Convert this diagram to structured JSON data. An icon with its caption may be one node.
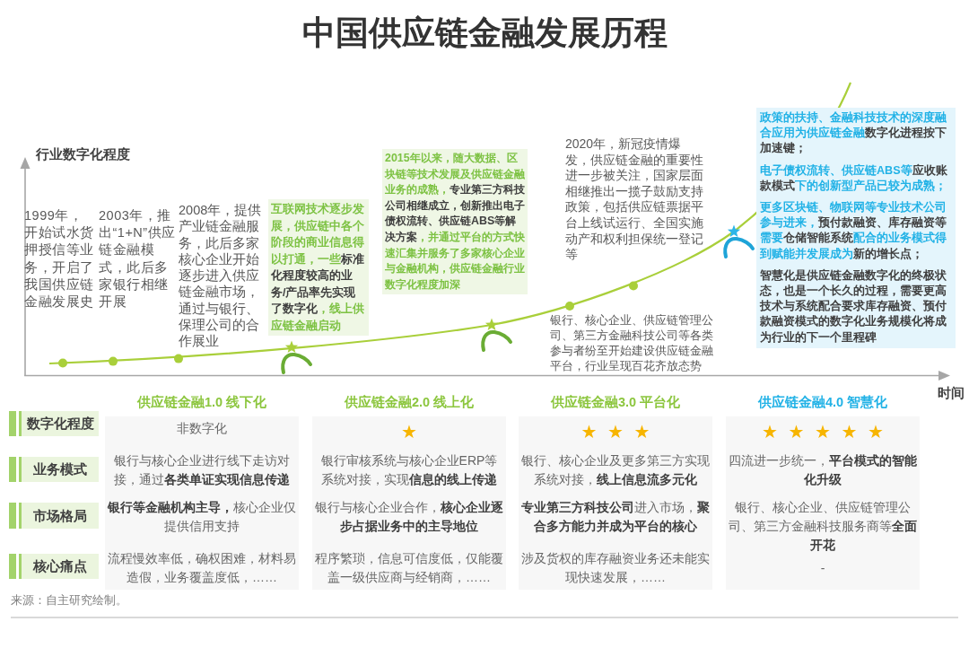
{
  "diagram": {
    "title": "中国供应链金融发展历程",
    "nodes": [
      {
        "text": [
          "**互联网技术逐步发展，供应链中各个阶段的商业信息得以打通，一些**标准化程度较高的业务/产品率先实现了数字化**，线上供应链金融启动**"
        ]
      },
      {
        "text": [
          "**2015年以来，随大数据、区块链等技术发展及供应链金融业务的成熟，**专业第三方科技公司相继成立，创新推出电子债权流转、供应链ABS等解决方案**，并通过平台的方式快速汇集并服务了多家核心企业与金融机构，供应链金融行业数字化程度加深**"
        ]
      },
      {
        "text": [
          "**政策的扶持、金融科技技术的深度融合应用为供应链金融**数字化进程按下加速键；",
          "**电子债权流转、供应链ABS等**应收账款模式**下的创新型产品已较为成熟；**",
          "**更多区块链、物联网等专业技术公司参与进来，**预付款融资、库存融资等**需要**仓储智能系统**配合的业务模式得到赋能并发展成为**新的增长点；",
          "智慧化是供应链金融数字化的终极状态，也是一个长久的过程，需要更高技术与系统配合要求库存融资、预付款融资模式的数字化业务规模化将成为行业的下一个里程碑"
        ]
      },
      {
        "text": [
          "数字化程度"
        ]
      },
      {
        "text": [
          "业务模式"
        ]
      },
      {
        "text": [
          "市场格局"
        ]
      },
      {
        "text": [
          "核心痛点"
        ]
      },
      {
        "text": [
          "供应链金融1.0 线下化",
          "非数字化",
          "银行与核心企业进行线下走访对接，通过**各类单证实现信息传递**",
          "**银行等金融机构主导，**核心企业仅提供信用支持",
          "流程慢效率低，确权困难，材料易造假，业务覆盖度低，……"
        ]
      },
      {
        "text": [
          "供应链金融2.0 线上化",
          "★",
          "银行审核系统与核心企业ERP等系统对接，实现**信息的线上传递**",
          "银行与核心企业合作，**核心企业逐步占据业务中的主导地位**",
          "程序繁琐，信息可信度低，仅能覆盖一级供应商与经销商，……"
        ]
      },
      {
        "text": [
          "供应链金融3.0 平台化",
          "★ ★ ★",
          "银行、核心企业及更多第三方实现系统对接，**线上信息流多元化**",
          "**专业第三方科技公司**进入市场，**聚合多方能力并成为平台的核心**",
          "涉及货权的库存融资业务还未能实现快速发展，……"
        ]
      },
      {
        "text": [
          "供应链金融4.0 智慧化",
          "★ ★ ★ ★ ★",
          "四流进一步统一，**平台模式的智能化升级**",
          "银行、核心企业、供应链管理公司、第三方金融科技服务商等**全面开花**",
          "-"
        ]
      }
    ],
    "labels": [
      "行业数字化程度",
      "1999年，开始试水货押授信等业务，开启了我国供应链金融发展史",
      "2003年，推出“1+N”供应链金融模式，此后多家银行相继开展",
      "2008年，提供产业链金融服务，此后多家核心企业开始逐步进入供应链金融市场，通过与银行、保理公司的合作展业",
      "2020年，新冠疫情爆发，供应链金融的重要性进一步被关注，国家层面相继推出一揽子鼓励支持政策，包括供应链票据平台上线试运行、全国实施动产和权利担保统一登记等",
      "银行、核心企业、供应链管理公司、第三方金融科技公司等各类参与者纷至开始建设供应链金融平台，行业呈现百花齐放态势",
      "时间",
      "来源：自主研究绘制。"
    ]
  }
}
